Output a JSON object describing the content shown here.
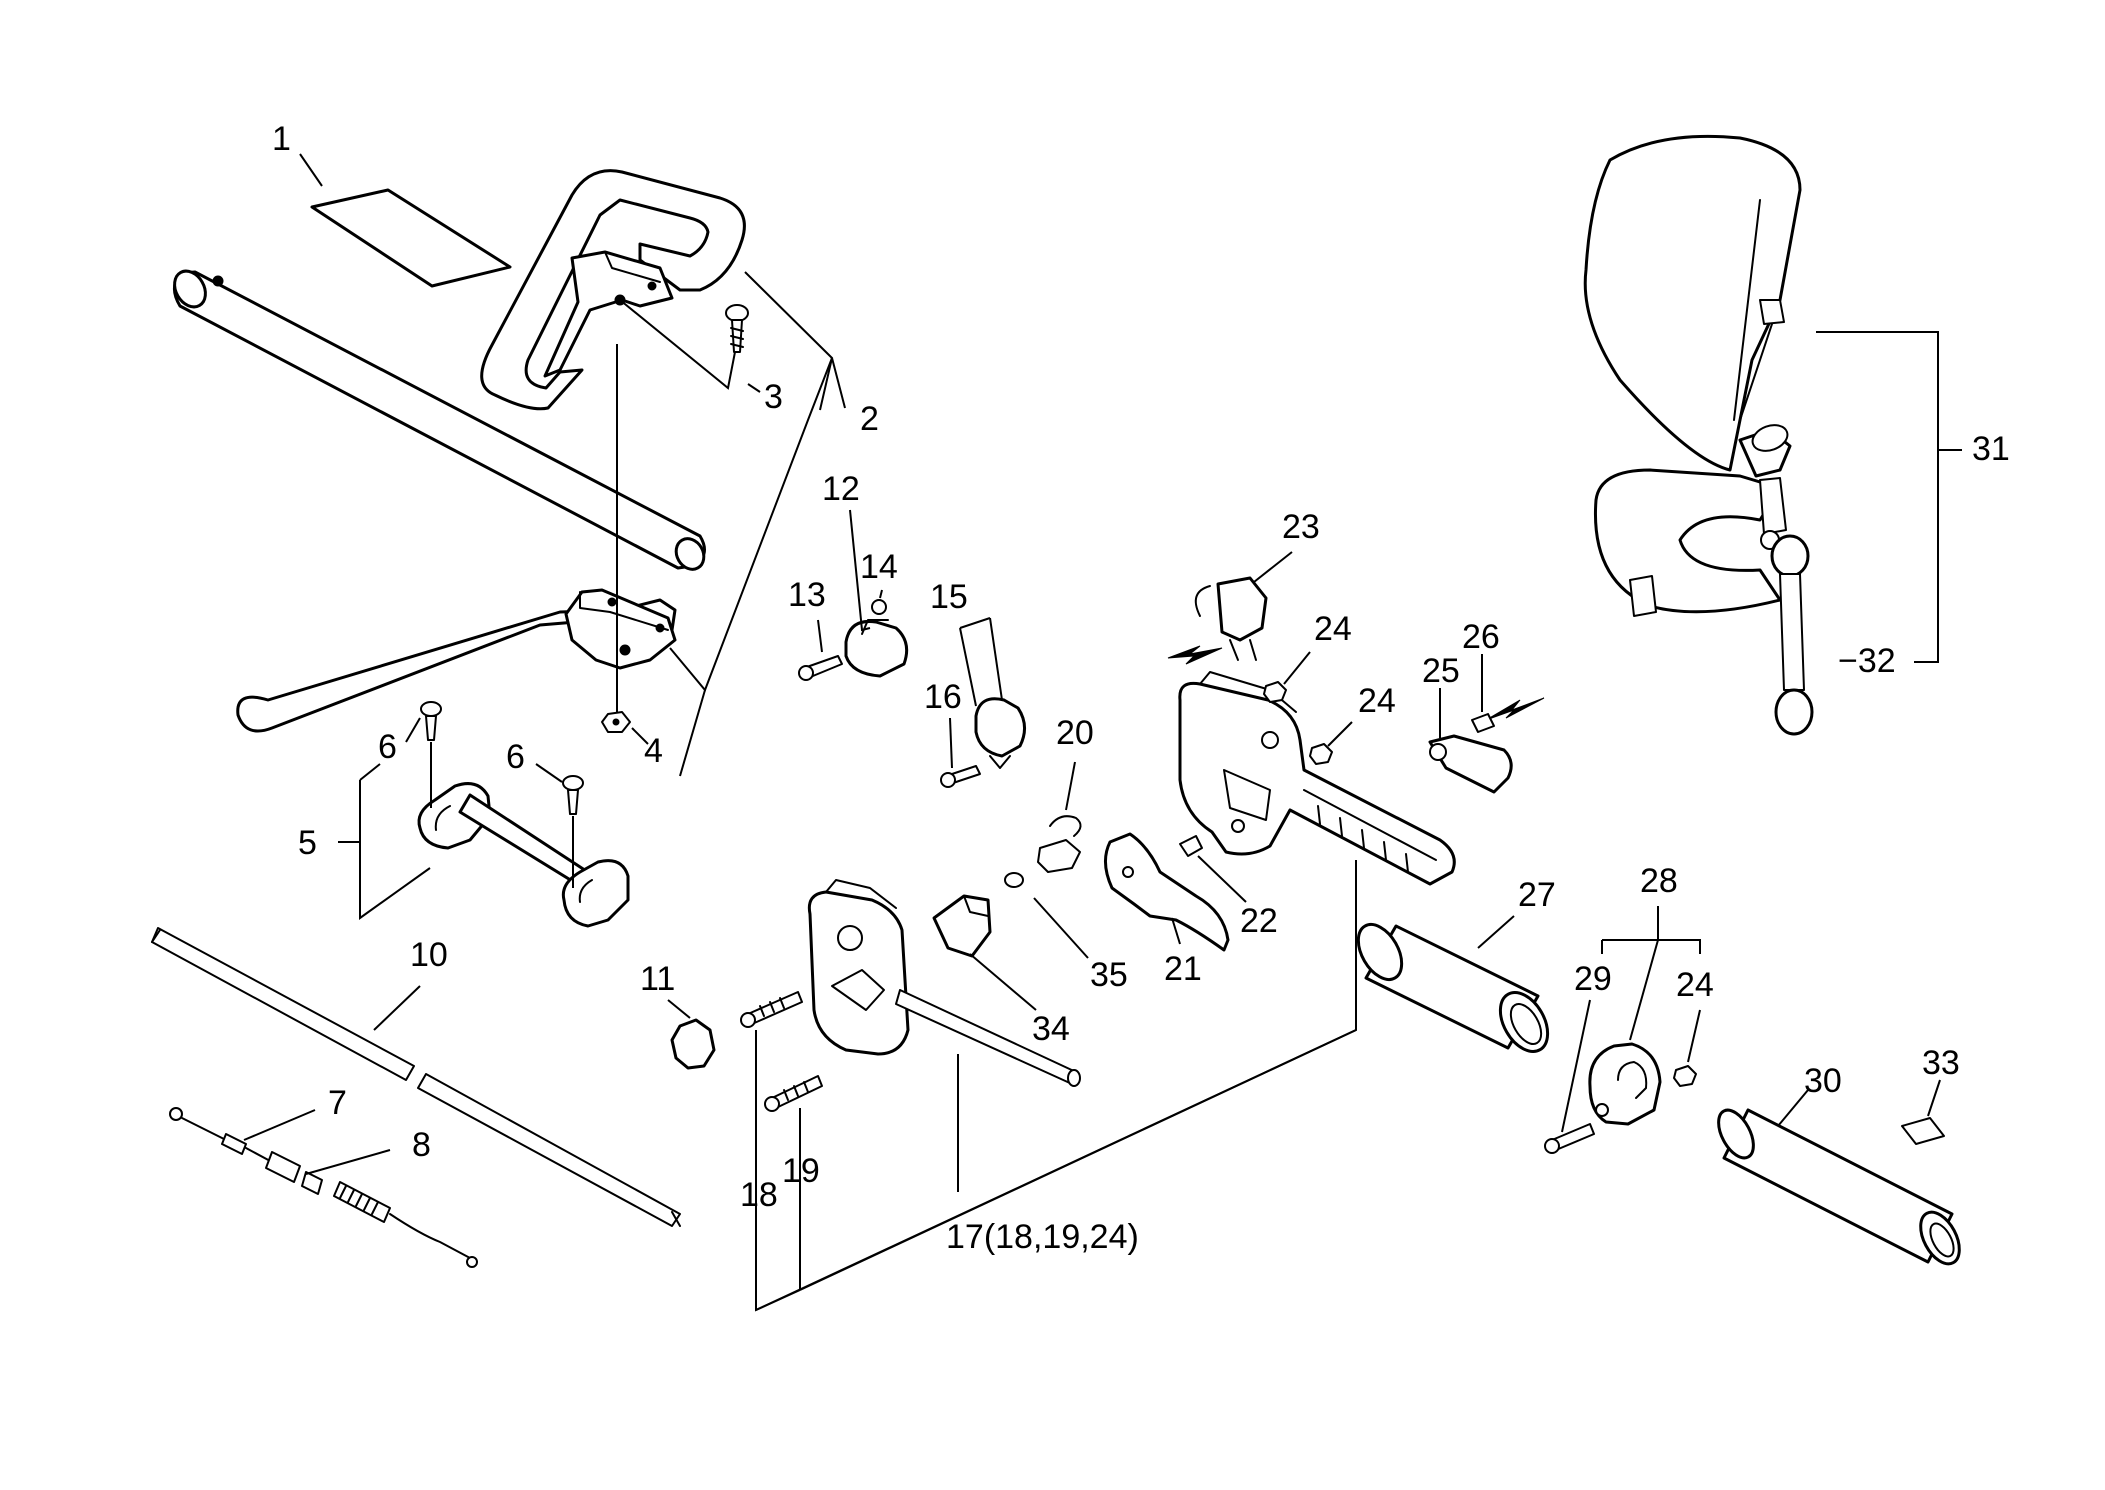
{
  "labels": {
    "l1": "1",
    "l2": "2",
    "l3": "3",
    "l4": "4",
    "l5": "5",
    "l6a": "6",
    "l6b": "6",
    "l7": "7",
    "l8": "8",
    "l10": "10",
    "l11": "11",
    "l12": "12",
    "l13": "13",
    "l14": "14",
    "l15": "15",
    "l16": "16",
    "l17": "17(18,19,24)",
    "l18": "18",
    "l19": "19",
    "l20": "20",
    "l21": "21",
    "l22": "22",
    "l23": "23",
    "l24a": "24",
    "l24b": "24",
    "l24c": "24",
    "l25": "25",
    "l26": "26",
    "l27": "27",
    "l28": "28",
    "l29": "29",
    "l30": "30",
    "l31": "31",
    "l32": "−32",
    "l33": "33",
    "l34": "34",
    "l35": "35"
  }
}
